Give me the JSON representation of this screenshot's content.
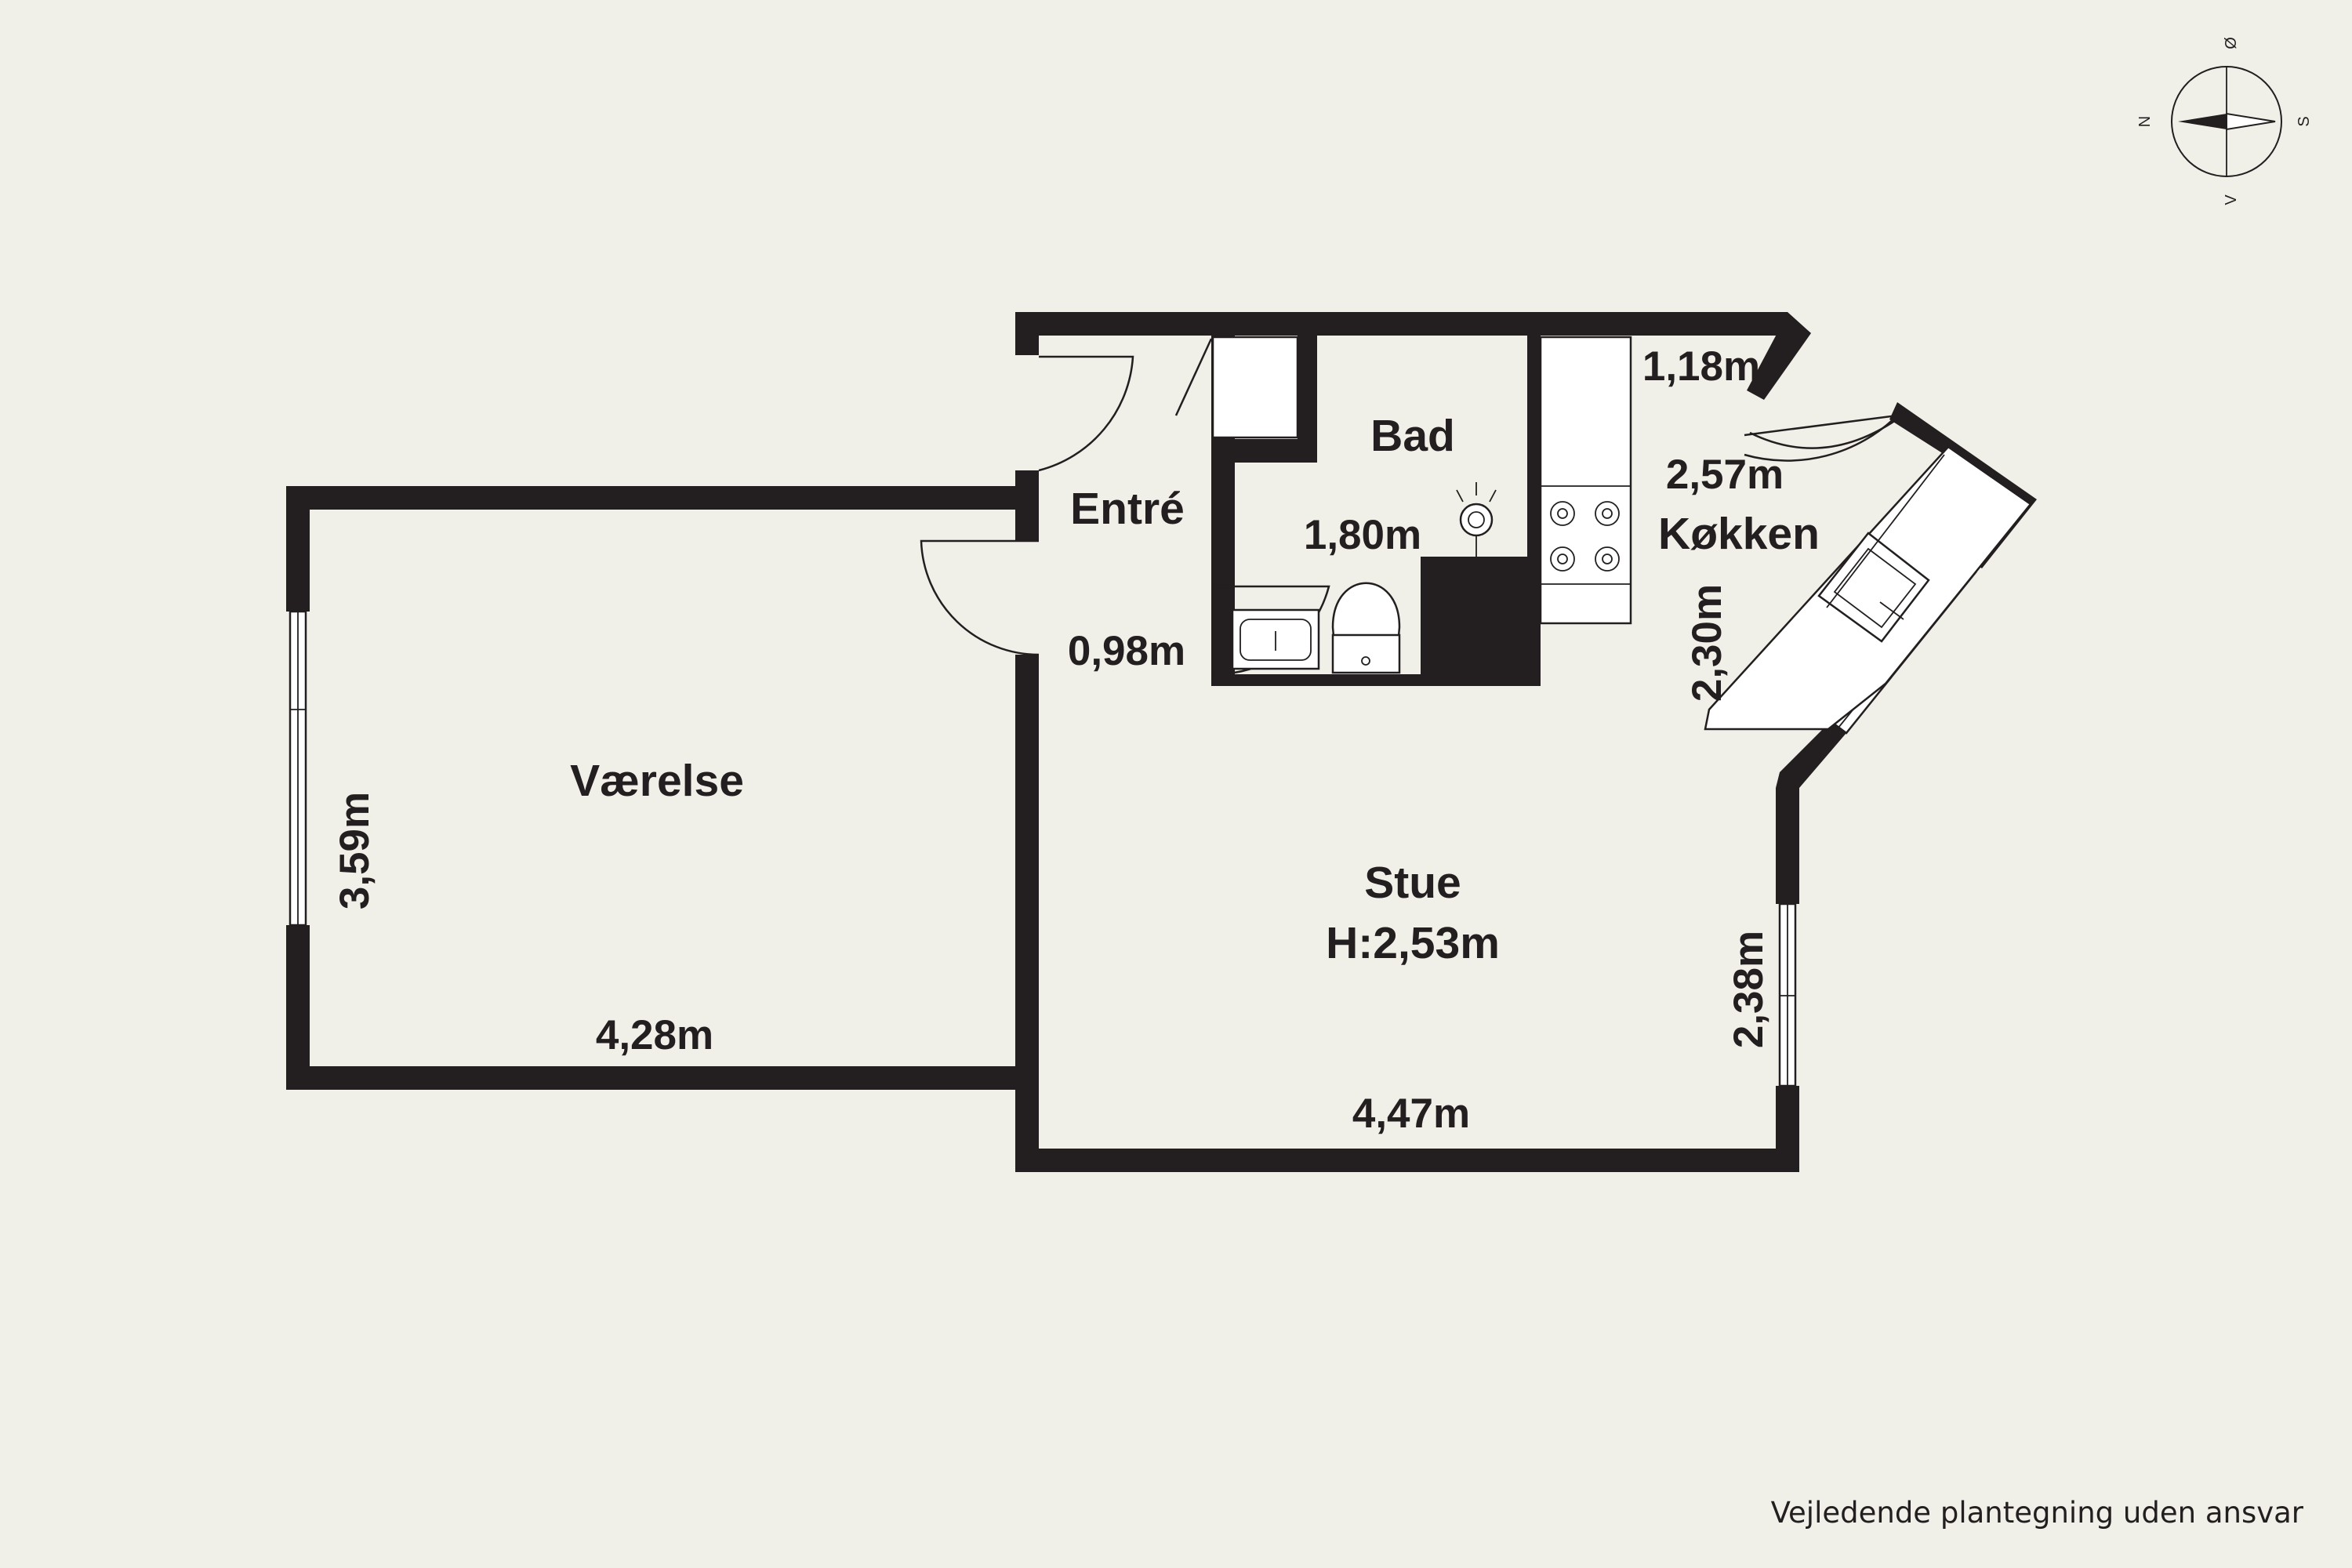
{
  "rooms": {
    "vaerelse": "Værelse",
    "entre": "Entré",
    "bad": "Bad",
    "kokken": "Køkken",
    "stue": "Stue",
    "stue_height": "H:2,53m"
  },
  "dimensions": {
    "vaerelse_width": "4,28m",
    "vaerelse_depth": "3,59m",
    "entre_width": "0,98m",
    "bad_width": "1,80m",
    "kokken_top": "1,18m",
    "kokken_door": "2,57m",
    "kokken_side": "2,30m",
    "stue_width": "4,47m",
    "stue_side": "2,38m"
  },
  "compass": {
    "n": "N",
    "e": "Ø",
    "s": "S",
    "w": "V"
  },
  "disclaimer": "Vejledende plantegning uden ansvar"
}
